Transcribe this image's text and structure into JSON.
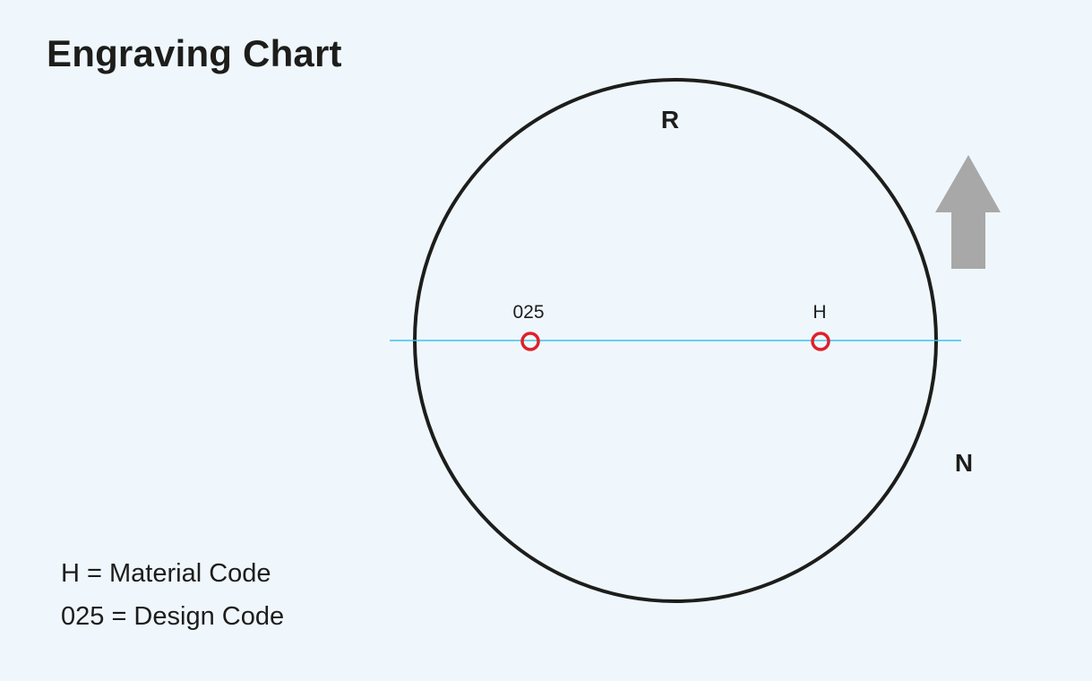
{
  "title": "Engraving Chart",
  "markers": {
    "top": "R",
    "right": "N",
    "left_point": "025",
    "right_point": "H"
  },
  "legend": [
    {
      "text": "H = Material Code"
    },
    {
      "text": "025 = Design Code"
    }
  ],
  "colors": {
    "background": "#eff7fd",
    "circle": "#1d1d1b",
    "axis_line": "#3ec3e8",
    "point": "#e0202a",
    "arrow": "#a8a8a8",
    "text": "#1d1d1b"
  },
  "icons": {
    "direction": "up-arrow-icon"
  }
}
